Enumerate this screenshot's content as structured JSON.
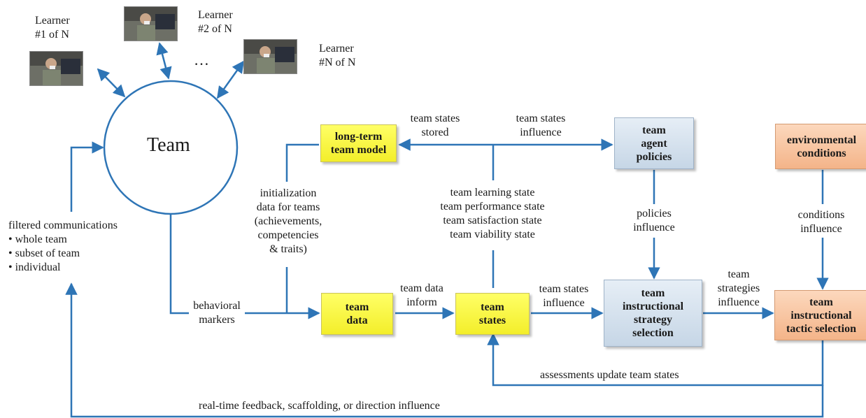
{
  "team": "Team",
  "learners": [
    {
      "line1": "Learner",
      "line2": "#1 of N"
    },
    {
      "line1": "Learner",
      "line2": "#2 of N"
    },
    {
      "line1": "Learner",
      "line2": "#N of N"
    }
  ],
  "ellipsis": "…",
  "boxes": {
    "long_term": [
      "long-term",
      "team model"
    ],
    "team_data": [
      "team",
      "data"
    ],
    "team_states": [
      "team",
      "states"
    ],
    "agent_policies": [
      "team",
      "agent",
      "policies"
    ],
    "strategy": [
      "team",
      "instructional",
      "strategy",
      "selection"
    ],
    "environmental": [
      "environmental",
      "conditions"
    ],
    "tactic": [
      "team",
      "instructional",
      "tactic selection"
    ]
  },
  "labels": {
    "states_stored": [
      "team states",
      "stored"
    ],
    "states_influence_top": [
      "team states",
      "influence"
    ],
    "init_data": [
      "initialization",
      "data for teams",
      "(achievements,",
      "competencies",
      "& traits)"
    ],
    "state_list": [
      "team learning state",
      "team performance state",
      "team satisfaction state",
      "team viability state"
    ],
    "policies_influence": [
      "policies",
      "influence"
    ],
    "conditions_influence": [
      "conditions",
      "influence"
    ],
    "filtered": [
      "filtered communications",
      "• whole team",
      "• subset of team",
      "• individual"
    ],
    "behavioral": [
      "behavioral",
      "markers"
    ],
    "data_inform": [
      "team data",
      "inform"
    ],
    "states_influence_mid": [
      "team states",
      "influence"
    ],
    "strategies_influence": [
      "team",
      "strategies",
      "influence"
    ],
    "assessments": "assessments update team states",
    "realtime": "real-time feedback, scaffolding, or direction influence"
  },
  "colors": {
    "arrow": "#2e75b6",
    "yellow": "#ffff00",
    "blue": "#d5e1ec",
    "orange": "#f8c29a"
  }
}
